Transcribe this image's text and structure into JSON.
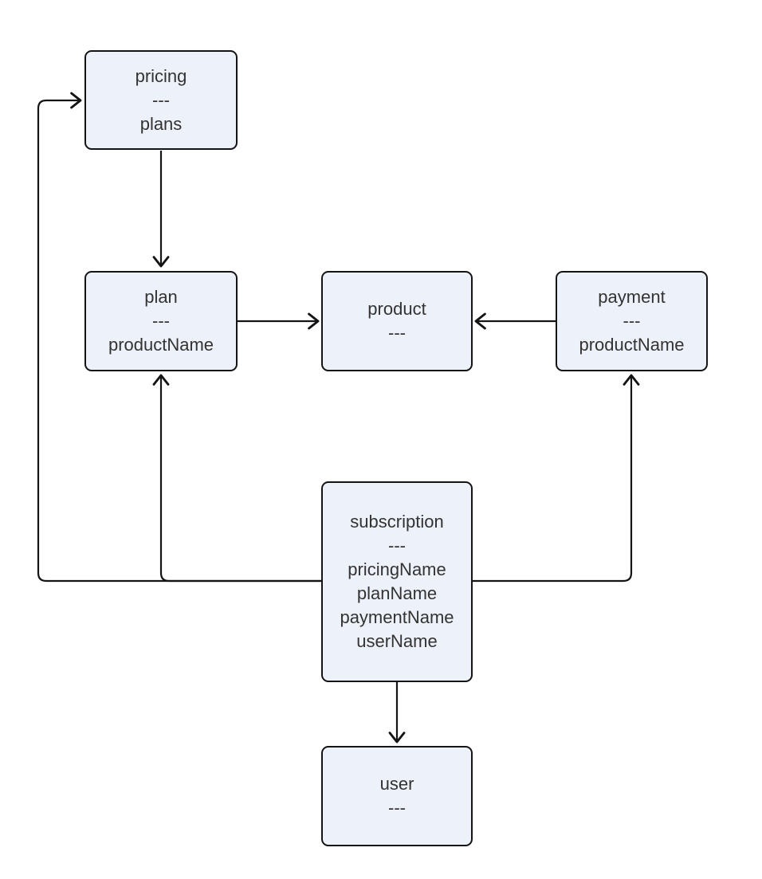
{
  "diagram": {
    "type": "flowchart",
    "separator": "---",
    "colors": {
      "background": "#ffffff",
      "node_fill": "#edf1f9",
      "node_border": "#141414",
      "edge_line": "#141414",
      "text": "#333333"
    },
    "nodes": [
      {
        "id": "pricing",
        "title": "pricing",
        "attributes": [
          "plans"
        ]
      },
      {
        "id": "plan",
        "title": "plan",
        "attributes": [
          "productName"
        ]
      },
      {
        "id": "product",
        "title": "product",
        "attributes": []
      },
      {
        "id": "payment",
        "title": "payment",
        "attributes": [
          "productName"
        ]
      },
      {
        "id": "subscription",
        "title": "subscription",
        "attributes": [
          "pricingName",
          "planName",
          "paymentName",
          "userName"
        ]
      },
      {
        "id": "user",
        "title": "user",
        "attributes": []
      }
    ],
    "edges": [
      {
        "from": "pricing",
        "to": "plan"
      },
      {
        "from": "plan",
        "to": "product"
      },
      {
        "from": "payment",
        "to": "product"
      },
      {
        "from": "subscription",
        "to": "pricing"
      },
      {
        "from": "subscription",
        "to": "plan"
      },
      {
        "from": "subscription",
        "to": "payment"
      },
      {
        "from": "subscription",
        "to": "user"
      }
    ]
  }
}
